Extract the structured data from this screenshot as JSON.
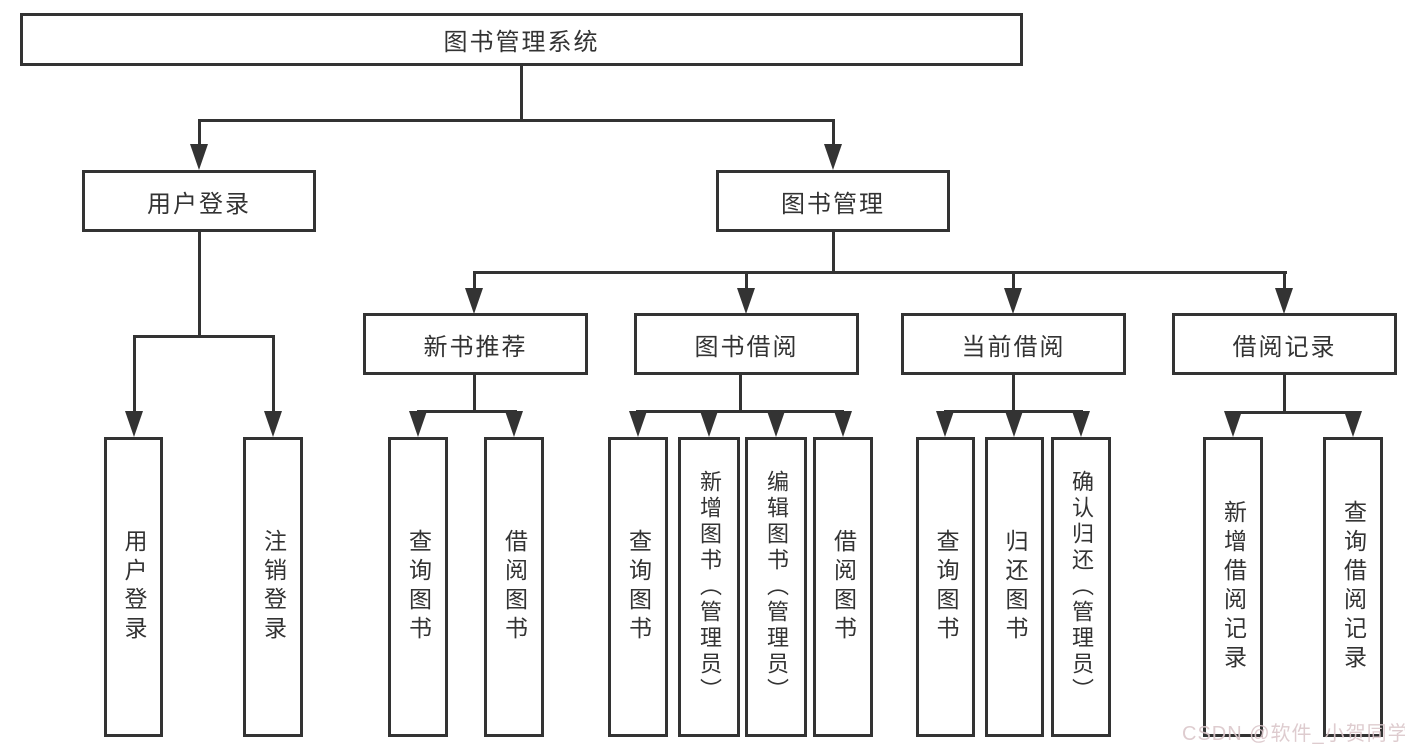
{
  "diagram": {
    "root": {
      "label": "图书管理系统"
    },
    "branches": [
      {
        "label": "用户登录"
      },
      {
        "label": "图书管理"
      }
    ],
    "modules": [
      {
        "label": "新书推荐"
      },
      {
        "label": "图书借阅"
      },
      {
        "label": "当前借阅"
      },
      {
        "label": "借阅记录"
      }
    ],
    "leaves": {
      "login": [
        "用户登录",
        "注销登录"
      ],
      "recommend": [
        "查询图书",
        "借阅图书"
      ],
      "borrow": [
        "查询图书",
        "新增图书（管理员）",
        "编辑图书（管理员）",
        "借阅图书"
      ],
      "current": [
        "查询图书",
        "归还图书",
        "确认归还（管理员）"
      ],
      "records": [
        "新增借阅记录",
        "查询借阅记录"
      ]
    }
  },
  "watermark": {
    "text": "CSDN @软件_小贺同学",
    "color": "#dcc8cc"
  },
  "colors": {
    "line": "#333333",
    "text": "#333333",
    "background": "#ffffff"
  }
}
